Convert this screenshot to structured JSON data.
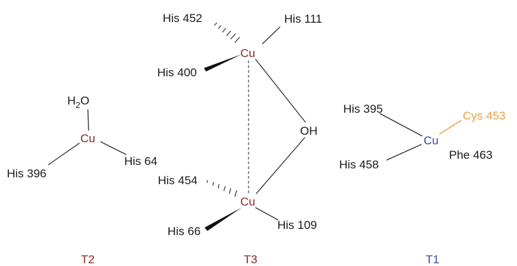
{
  "t2": {
    "water": "H",
    "water_sub": "2",
    "water_o": "O",
    "cu": "Cu",
    "his_a": "His 396",
    "his_b": "His 64",
    "site_label": "T2"
  },
  "t3": {
    "cu_top": "Cu",
    "cu_bottom": "Cu",
    "his_452": "His 452",
    "his_111": "His 111",
    "his_400": "His 400",
    "oh": "OH",
    "his_454": "His 454",
    "his_66": "His 66",
    "his_109": "His 109",
    "site_label": "T3"
  },
  "t1": {
    "cu": "Cu",
    "his_395": "His 395",
    "cys_453": "Cys 453",
    "his_458": "His 458",
    "phe_463": "Phe 463",
    "site_label": "T1"
  },
  "colors": {
    "copper_red": "#8b2a2a",
    "copper_blue": "#3a4aa8",
    "cysteine": "#f0a040"
  }
}
